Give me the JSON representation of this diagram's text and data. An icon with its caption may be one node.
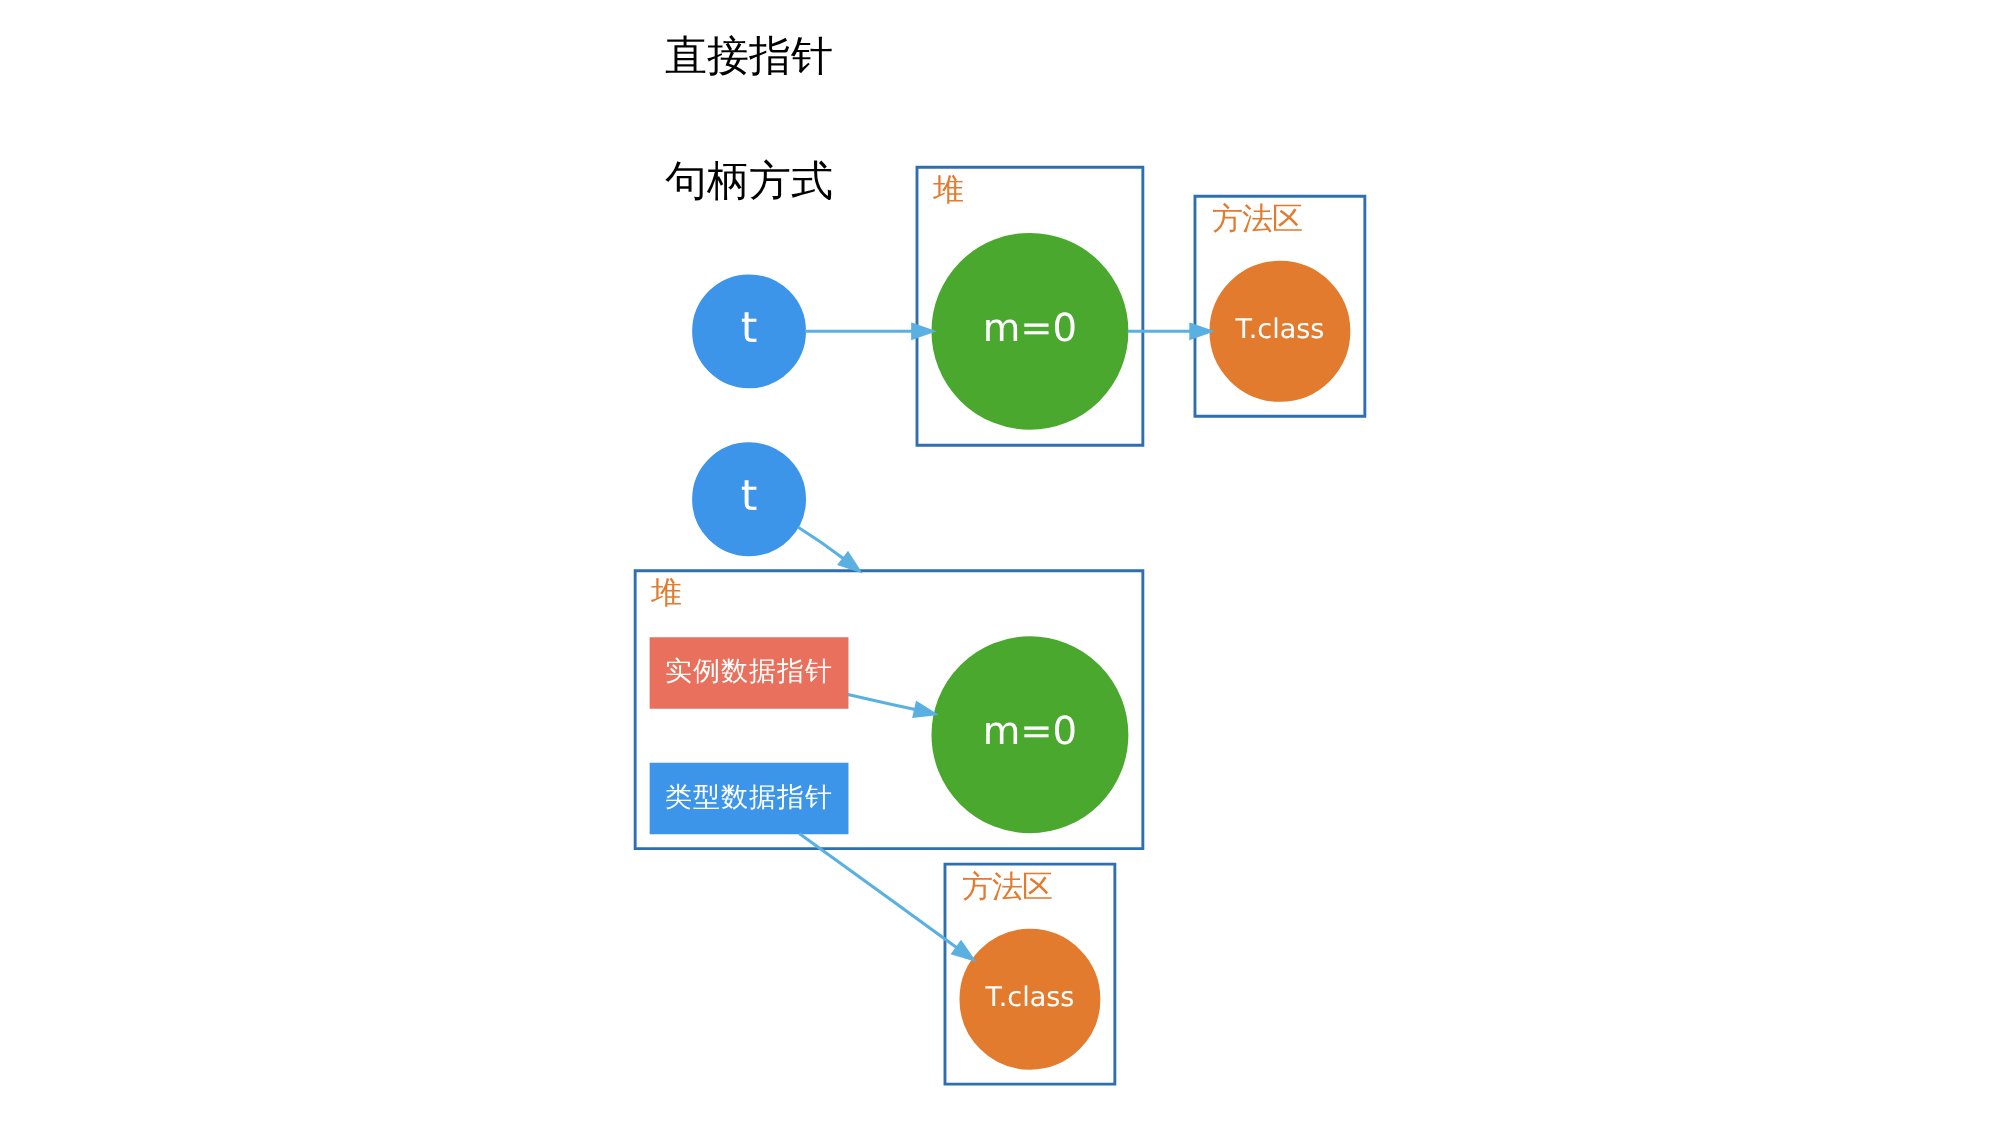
{
  "diagram": {
    "nodes": [
      {
        "text": [
          "t"
        ]
      },
      {
        "text": [
          "堆"
        ]
      },
      {
        "text": [
          "实例数据指针"
        ],
        "in": 1
      },
      {
        "text": [
          "类型数据指针"
        ],
        "in": 1
      },
      {
        "text": [
          "m=0"
        ],
        "in": 1
      },
      {
        "text": [
          "方法区"
        ]
      },
      {
        "text": [
          "T.class"
        ],
        "in": 5
      },
      {
        "text": [
          "t"
        ]
      },
      {
        "text": [
          "堆"
        ]
      },
      {
        "text": [
          "m=0"
        ],
        "in": 8
      },
      {
        "text": [
          "方法区"
        ]
      },
      {
        "text": [
          "T.class"
        ],
        "in": 10
      }
    ],
    "edges": [
      {
        "from": 0,
        "to": 1,
        "arrow": "to"
      },
      {
        "from": 2,
        "to": 4,
        "arrow": "to"
      },
      {
        "from": 3,
        "to": 6,
        "arrow": "to"
      },
      {
        "from": 7,
        "to": 9,
        "arrow": "to"
      },
      {
        "from": 9,
        "to": 11,
        "arrow": "to"
      }
    ],
    "labels": [
      "句柄方式",
      "直接指针"
    ]
  }
}
